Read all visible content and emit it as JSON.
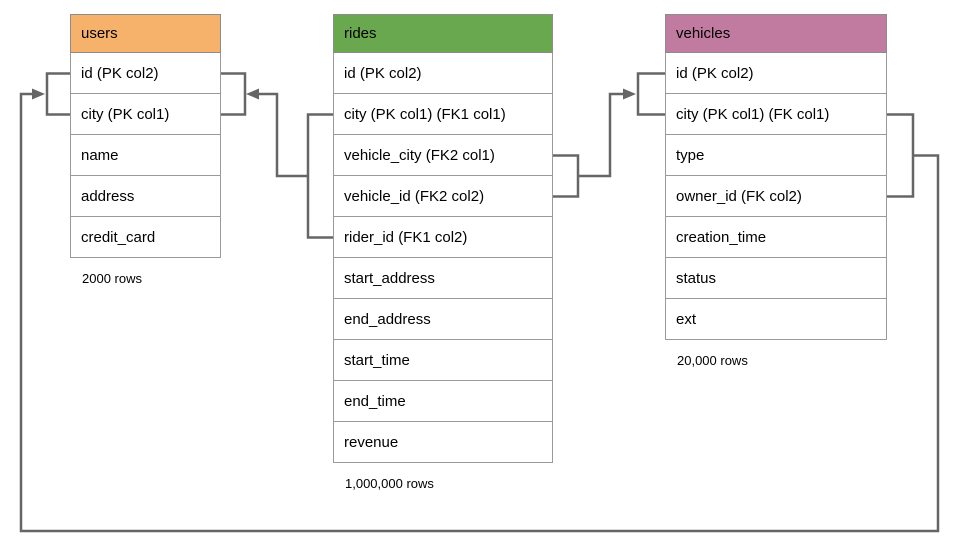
{
  "diagram": {
    "connector_color": "#666666",
    "tables": {
      "users": {
        "title": "users",
        "header_color": "#F6B26B",
        "columns": [
          "id (PK col2)",
          "city (PK col1)",
          "name",
          "address",
          "credit_card"
        ],
        "row_count": "2000 rows"
      },
      "rides": {
        "title": "rides",
        "header_color": "#6AA84F",
        "columns": [
          "id (PK col2)",
          "city (PK col1) (FK1 col1)",
          "vehicle_city (FK2 col1)",
          "vehicle_id (FK2 col2)",
          "rider_id (FK1 col2)",
          "start_address",
          "end_address",
          "start_time",
          "end_time",
          "revenue"
        ],
        "row_count": "1,000,000 rows"
      },
      "vehicles": {
        "title": "vehicles",
        "header_color": "#C27BA0",
        "columns": [
          "id (PK col2)",
          "city (PK col1) (FK col1)",
          "type",
          "owner_id (FK col2)",
          "creation_time",
          "status",
          "ext"
        ],
        "row_count": "20,000 rows"
      }
    }
  }
}
